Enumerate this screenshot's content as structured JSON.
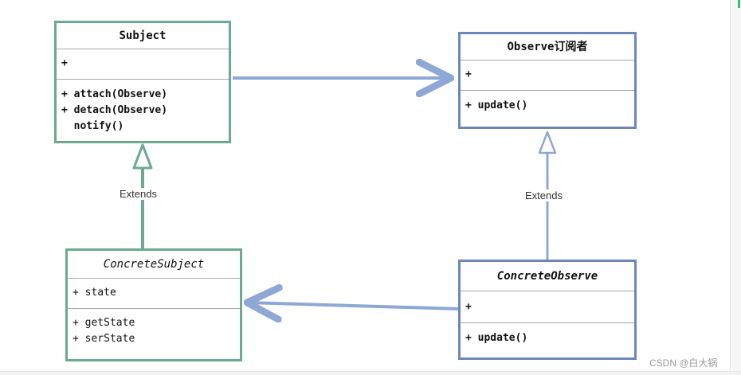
{
  "diagram": {
    "classes": {
      "subject": {
        "name": "Subject",
        "attributes": [
          "+"
        ],
        "methods": [
          "+ attach(Observe)",
          "+ detach(Observe)",
          "  notify()"
        ]
      },
      "observer": {
        "name": "Observe订阅者",
        "attributes": [
          "+"
        ],
        "methods": [
          "+ update()"
        ]
      },
      "concrete_subject": {
        "name": "ConcreteSubject",
        "attributes": [
          "+ state"
        ],
        "methods": [
          "+ getState",
          "+ serState"
        ]
      },
      "concrete_observer": {
        "name": "ConcreteObserve",
        "attributes": [
          "+"
        ],
        "methods": [
          "+ update()"
        ]
      }
    },
    "edges": {
      "subject_extends_label": "Extends",
      "observer_extends_label": "Extends"
    },
    "colors": {
      "green": "#6aaa8f",
      "blue": "#6d87b7",
      "arrow_blue": "#8ea8d6"
    }
  },
  "watermark": "CSDN @白大锅"
}
